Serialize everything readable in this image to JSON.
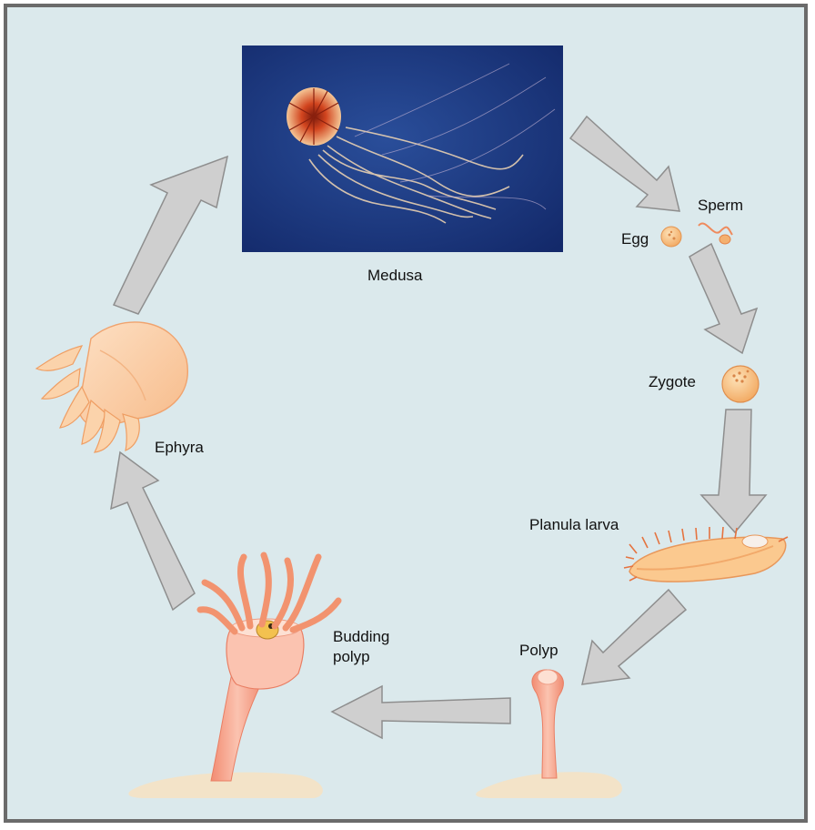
{
  "diagram": {
    "stages": {
      "medusa": "Medusa",
      "egg": "Egg",
      "sperm": "Sperm",
      "zygote": "Zygote",
      "planula": "Planula larva",
      "polyp": "Polyp",
      "budding_polyp_line1": "Budding",
      "budding_polyp_line2": "polyp",
      "ephyra": "Ephyra"
    }
  }
}
